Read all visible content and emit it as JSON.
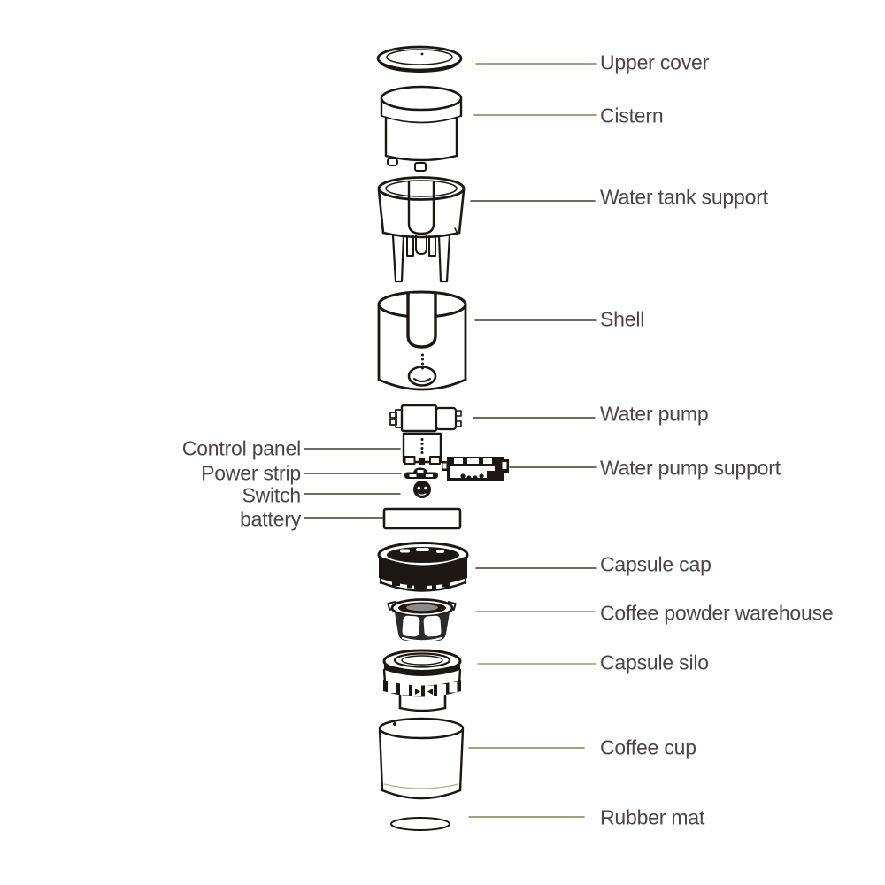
{
  "diagram": {
    "type": "exploded-view parts diagram of a portable capsule coffee machine",
    "background": "#ffffff"
  },
  "colors": {
    "label_text": "#4e4347",
    "line_art": "#1c1712",
    "leader_dark": "#42382d",
    "leader_tan": "#8d7f55",
    "leader_gray": "#8d8d8d",
    "leader_tangray": "#a39a7e",
    "page_bg": "#ffffff"
  },
  "parts": [
    {
      "id": "upper-cover",
      "label": "Upper cover",
      "side": "right"
    },
    {
      "id": "cistern",
      "label": "Cistern",
      "side": "right"
    },
    {
      "id": "water-tank-support",
      "label": "Water tank support",
      "side": "right"
    },
    {
      "id": "shell",
      "label": "Shell",
      "side": "right"
    },
    {
      "id": "water-pump",
      "label": "Water pump",
      "side": "right"
    },
    {
      "id": "control-panel",
      "label": "Control panel",
      "side": "left"
    },
    {
      "id": "water-pump-support",
      "label": "Water pump support",
      "side": "right"
    },
    {
      "id": "power-strip",
      "label": "Power strip",
      "side": "left"
    },
    {
      "id": "switch",
      "label": "Switch",
      "side": "left"
    },
    {
      "id": "battery",
      "label": "battery",
      "side": "left"
    },
    {
      "id": "capsule-cap",
      "label": "Capsule cap",
      "side": "right"
    },
    {
      "id": "coffee-powder-warehouse",
      "label": "Coffee powder warehouse",
      "side": "right"
    },
    {
      "id": "capsule-silo",
      "label": "Capsule silo",
      "side": "right"
    },
    {
      "id": "coffee-cup",
      "label": "Coffee cup",
      "side": "right"
    },
    {
      "id": "rubber-mat",
      "label": "Rubber mat",
      "side": "right"
    }
  ]
}
